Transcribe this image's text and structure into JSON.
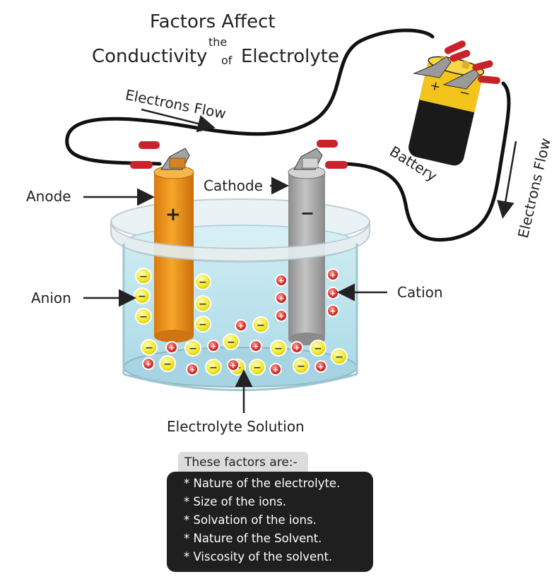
{
  "title": {
    "line1": "Factors Affect",
    "line2a": "the",
    "line3a": "Conductivity",
    "line3b": "of",
    "line3c": "Electrolyte"
  },
  "labels": {
    "electrons_flow_top": "Electrons Flow",
    "electrons_flow_right": "Electrons Flow",
    "battery": "Battery",
    "anode": "Anode",
    "cathode": "Cathode",
    "anion": "Anion",
    "cation": "Cation",
    "electrolyte_solution": "Electrolyte Solution",
    "anode_sign": "+",
    "cathode_sign": "−",
    "battery_plus": "+",
    "battery_minus": "−"
  },
  "factors": {
    "heading": "These factors are:-",
    "items": [
      "* Nature of the electrolyte.",
      "* Size of the ions.",
      "* Solvation of the ions.",
      "* Nature of the Solvent.",
      "* Viscosity of the solvent."
    ]
  },
  "colors": {
    "anode": "#f39a1e",
    "cathode": "#a8a8a8",
    "solution": "#bfe6ef",
    "anion_fill": "#f5ef3a",
    "cation_fill": "#d9302c",
    "battery_top": "#f3c51c",
    "battery_body": "#1a1a1a",
    "clip_red": "#c8232b",
    "factors_bg": "#1f1f1f"
  }
}
